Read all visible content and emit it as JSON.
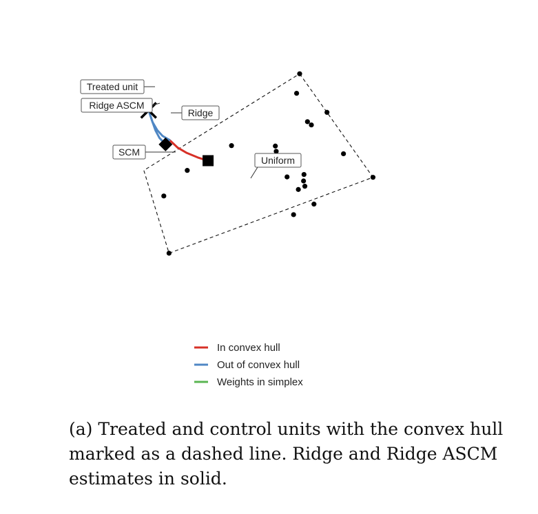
{
  "chart_data": {
    "type": "scatter",
    "title": "",
    "xlabel": "",
    "ylabel": "",
    "axes_visible": false,
    "grid": false,
    "control_units": [
      [
        3.73,
        9.03
      ],
      [
        3.66,
        8.55
      ],
      [
        4.36,
        8.08
      ],
      [
        3.91,
        7.85
      ],
      [
        4.0,
        7.77
      ],
      [
        2.16,
        7.26
      ],
      [
        3.17,
        7.25
      ],
      [
        4.74,
        7.06
      ],
      [
        3.19,
        7.12
      ],
      [
        1.14,
        6.65
      ],
      [
        3.83,
        6.55
      ],
      [
        5.42,
        6.48
      ],
      [
        3.44,
        6.49
      ],
      [
        3.82,
        6.39
      ],
      [
        3.85,
        6.26
      ],
      [
        3.7,
        6.18
      ],
      [
        0.6,
        6.02
      ],
      [
        4.06,
        5.82
      ],
      [
        3.59,
        5.56
      ],
      [
        0.72,
        4.61
      ]
    ],
    "convex_hull": [
      [
        3.73,
        9.03
      ],
      [
        5.42,
        6.48
      ],
      [
        0.72,
        4.61
      ],
      [
        0.14,
        6.65
      ],
      [
        3.73,
        9.03
      ]
    ],
    "treated_unit": [
      0.25,
      8.13
    ],
    "scm": [
      0.64,
      7.29
    ],
    "uniform": [
      1.62,
      6.89
    ],
    "paths": [
      {
        "legend": "in_hull",
        "points": [
          [
            0.73,
            7.4
          ],
          [
            0.92,
            7.21
          ],
          [
            1.13,
            7.08
          ],
          [
            1.38,
            6.97
          ],
          [
            1.55,
            6.91
          ]
        ]
      },
      {
        "legend": "simplex",
        "points": [
          [
            1.55,
            6.91
          ],
          [
            1.62,
            6.89
          ]
        ]
      },
      {
        "legend": "out_hull",
        "points": [
          [
            0.25,
            8.13
          ],
          [
            0.34,
            7.84
          ],
          [
            0.45,
            7.64
          ],
          [
            0.57,
            7.5
          ],
          [
            0.73,
            7.4
          ]
        ]
      },
      {
        "legend": "out_hull",
        "points": [
          [
            0.25,
            8.13
          ],
          [
            0.33,
            7.87
          ],
          [
            0.41,
            7.63
          ],
          [
            0.5,
            7.45
          ],
          [
            0.64,
            7.29
          ]
        ]
      }
    ],
    "labels": {
      "treated": "Treated unit",
      "ridge_ascm": "Ridge ASCM",
      "ridge": "Ridge",
      "scm": "SCM",
      "uniform": "Uniform"
    },
    "legend": {
      "position": "bottom",
      "items": [
        {
          "key": "in_hull",
          "label": "In convex hull",
          "color": "#d73027"
        },
        {
          "key": "out_hull",
          "label": "Out of convex hull",
          "color": "#4f87c4"
        },
        {
          "key": "simplex",
          "label": "Weights in simplex",
          "color": "#5ab552"
        }
      ]
    }
  },
  "caption": "(a) Treated and control units with the convex hull marked as a dashed line. Ridge and Ridge ASCM estimates in solid."
}
